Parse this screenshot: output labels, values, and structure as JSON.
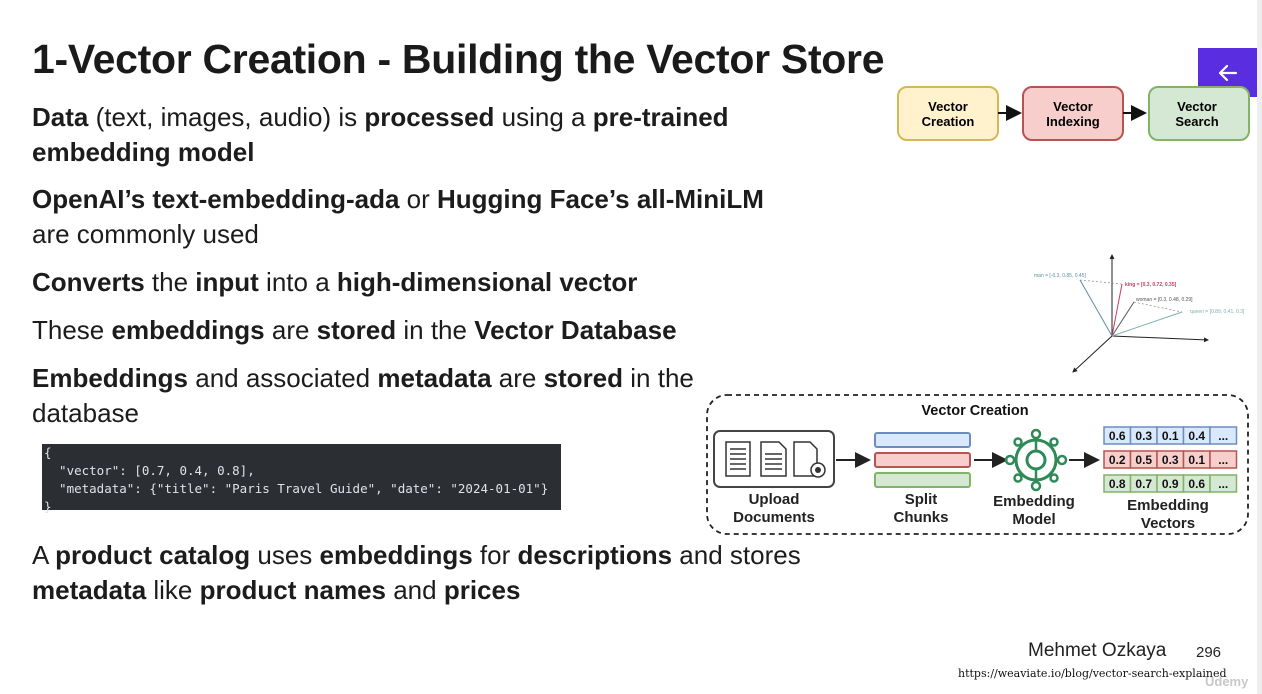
{
  "slide": {
    "title": "1-Vector Creation - Building the Vector Store",
    "bullets": [
      {
        "runs": [
          {
            "t": "Data",
            "b": true
          },
          {
            "t": " (text, images, audio) is ",
            "b": false
          },
          {
            "t": "processed",
            "b": true
          },
          {
            "t": " using a ",
            "b": false
          },
          {
            "t": "pre-trained embedding model",
            "b": true
          }
        ]
      },
      {
        "runs": [
          {
            "t": "OpenAI’s text-embedding-ada",
            "b": true
          },
          {
            "t": " or ",
            "b": false
          },
          {
            "t": "Hugging Face’s all-MiniLM",
            "b": true
          },
          {
            "t": " are commonly used",
            "b": false
          }
        ]
      },
      {
        "runs": [
          {
            "t": "Converts",
            "b": true
          },
          {
            "t": " the ",
            "b": false
          },
          {
            "t": "input",
            "b": true
          },
          {
            "t": " into a ",
            "b": false
          },
          {
            "t": "high-dimensional vector",
            "b": true
          }
        ]
      },
      {
        "runs": [
          {
            "t": "These ",
            "b": false
          },
          {
            "t": "embeddings",
            "b": true
          },
          {
            "t": " are ",
            "b": false
          },
          {
            "t": "stored",
            "b": true
          },
          {
            "t": " in the ",
            "b": false
          },
          {
            "t": "Vector Database",
            "b": true
          }
        ]
      },
      {
        "runs": [
          {
            "t": "Embeddings",
            "b": true
          },
          {
            "t": " and associated ",
            "b": false
          },
          {
            "t": "metadata",
            "b": true
          },
          {
            "t": " are ",
            "b": false
          },
          {
            "t": "stored",
            "b": true
          },
          {
            "t": " in the database",
            "b": false
          }
        ]
      },
      {
        "runs": [
          {
            "t": "A ",
            "b": false
          },
          {
            "t": "product catalog",
            "b": true
          },
          {
            "t": " uses ",
            "b": false
          },
          {
            "t": "embeddings",
            "b": true
          },
          {
            "t": " for ",
            "b": false
          },
          {
            "t": "descriptions",
            "b": true
          },
          {
            "t": " and stores ",
            "b": false
          },
          {
            "t": "metadata",
            "b": true
          },
          {
            "t": " like ",
            "b": false
          },
          {
            "t": "product names",
            "b": true
          },
          {
            "t": " and ",
            "b": false
          },
          {
            "t": "prices",
            "b": true
          }
        ]
      }
    ],
    "code_lines": [
      "{",
      "  \"vector\": [0.7, 0.4, 0.8],",
      "  \"metadata\": {\"title\": \"Paris Travel Guide\", \"date\": \"2024-01-01\"}",
      "}"
    ],
    "author": "Mehmet Ozkaya",
    "page_number": "296",
    "source_url": "https://weaviate.io/blog/vector-search-explained",
    "watermark": "Udemy"
  },
  "pipeline": {
    "steps": [
      {
        "line1": "Vector",
        "line2": "Creation",
        "fill": "#fff2cc",
        "stroke": "#d6b656"
      },
      {
        "line1": "Vector",
        "line2": "Indexing",
        "fill": "#f8cecc",
        "stroke": "#b85450"
      },
      {
        "line1": "Vector",
        "line2": "Search",
        "fill": "#d5e8d4",
        "stroke": "#82b366"
      }
    ]
  },
  "vector_plot": {
    "points": [
      {
        "label": "man = [-0.3, 0.85, 0.45]",
        "color": "#5b8fa8"
      },
      {
        "label": "king = [0.3, 0.72, 0.35]",
        "color": "#c04060"
      },
      {
        "label": "woman = [0.3, 0.48, 0.29]",
        "color": "#555555"
      },
      {
        "label": "queen = [0.89, 0.41, 0.3]",
        "color": "#7fb0b0"
      }
    ]
  },
  "creation_diagram": {
    "title": "Vector Creation",
    "upload_l1": "Upload",
    "upload_l2": "Documents",
    "split_l1": "Split",
    "split_l2": "Chunks",
    "model_l1": "Embedding",
    "model_l2": "Model",
    "vectors_l1": "Embedding",
    "vectors_l2": "Vectors",
    "vector_rows": [
      {
        "cells": [
          "0.6",
          "0.3",
          "0.1",
          "0.4",
          "..."
        ],
        "fill": "#dae8fc",
        "stroke": "#6c8ebf"
      },
      {
        "cells": [
          "0.2",
          "0.5",
          "0.3",
          "0.1",
          "..."
        ],
        "fill": "#f8cecc",
        "stroke": "#b85450"
      },
      {
        "cells": [
          "0.8",
          "0.7",
          "0.9",
          "0.6",
          "..."
        ],
        "fill": "#d5e8d4",
        "stroke": "#82b366"
      }
    ],
    "chunk_colors": [
      {
        "fill": "#dae8fc",
        "stroke": "#6c8ebf"
      },
      {
        "fill": "#f8cecc",
        "stroke": "#b85450"
      },
      {
        "fill": "#d5e8d4",
        "stroke": "#82b366"
      }
    ],
    "model_color": "#2e8b57"
  }
}
